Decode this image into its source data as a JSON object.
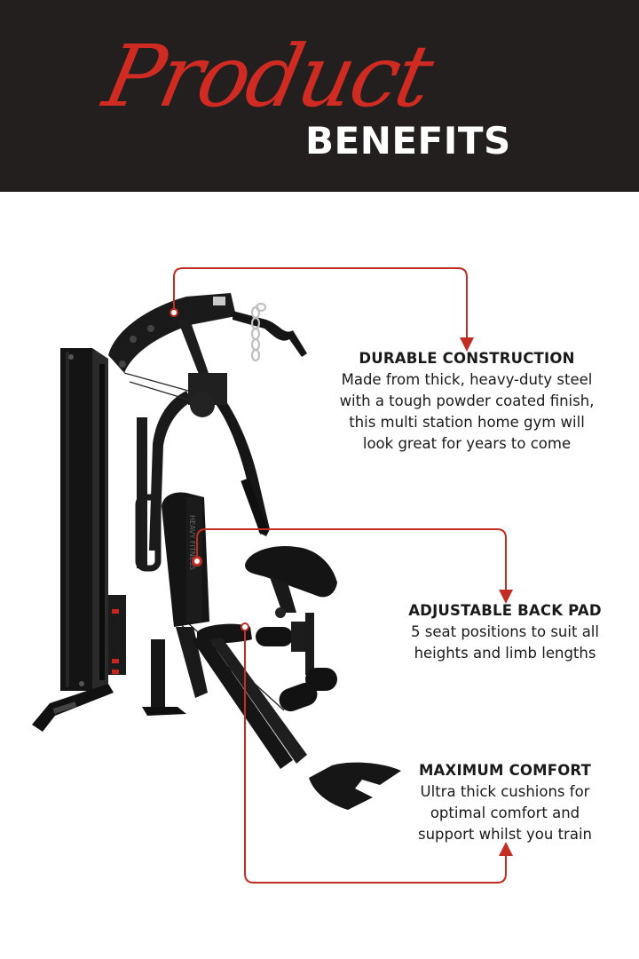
{
  "header": {
    "script_title": "Product",
    "sub_title": "BENEFITS"
  },
  "colors": {
    "header_bg": "#231f1e",
    "accent": "#cf2b22",
    "text": "#1a1a1a"
  },
  "benefits": [
    {
      "title": "DURABLE CONSTRUCTION",
      "lines": [
        "Made from thick, heavy-duty steel",
        "with a tough powder coated finish,",
        "this multi station home gym will",
        "look great for years to come"
      ]
    },
    {
      "title": "ADJUSTABLE BACK PAD",
      "lines": [
        "5 seat positions to suit all",
        "heights and limb lengths"
      ]
    },
    {
      "title": "MAXIMUM COMFORT",
      "lines": [
        "Ultra thick cushions for",
        "optimal comfort and",
        "support whilst you train"
      ]
    }
  ],
  "product_image": "multi-station-home-gym"
}
